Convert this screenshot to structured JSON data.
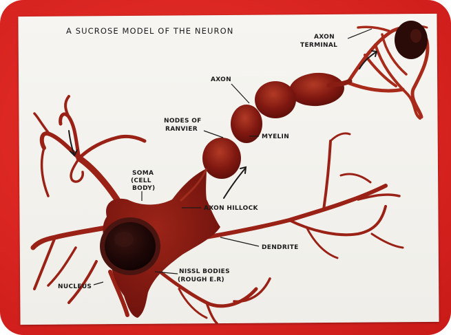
{
  "title": "A SUCROSE MODEL OF THE NEURON",
  "labels": {
    "axon_terminal_1": "AXON",
    "axon_terminal_2": "TERMINAL",
    "axon": "AXON",
    "nodes_1": "NODES OF",
    "nodes_2": "RANVIER",
    "myelin": "MYELIN",
    "soma_1": "SOMA",
    "soma_2": "(CELL",
    "soma_3": "BODY)",
    "axon_hillock": "AXON HILLOCK",
    "dendrite": "DENDRITE",
    "nissl_1": "NISSL BODIES",
    "nissl_2": "(ROUGH E.R)",
    "nucleus": "NUCLEUS"
  },
  "colors": {
    "background": "#d82420",
    "board": "#f2f1ec",
    "neuron": "#8e1a14",
    "neuron_light": "#b0301e",
    "nucleus": "#2a0d0b"
  }
}
